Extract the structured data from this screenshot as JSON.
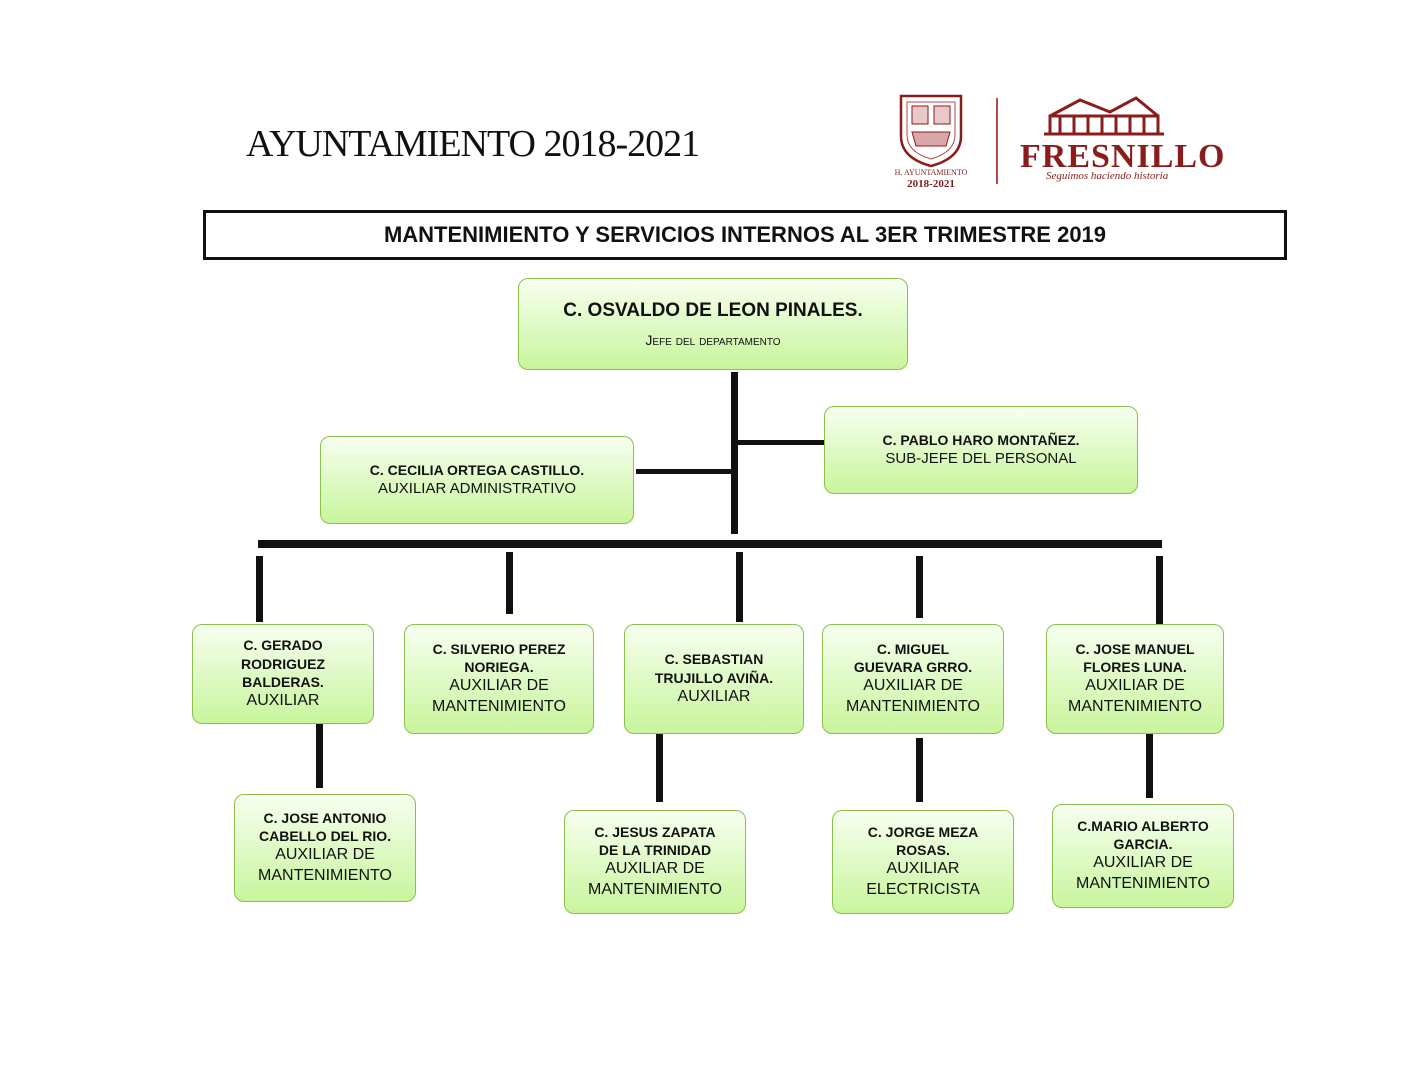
{
  "header": {
    "title": "AYUNTAMIENTO 2018-2021",
    "banner": "MANTENIMIENTO Y SERVICIOS INTERNOS AL 3ER TRIMESTRE 2019"
  },
  "logo": {
    "seal_line1": "H. AYUNTAMIENTO",
    "seal_line2": "2018-2021",
    "brand": "FRESNILLO",
    "tagline": "Seguimos haciendo historia",
    "brand_color": "#8b1c1c"
  },
  "colors": {
    "node_border": "#8cc04d",
    "node_fill_top": "#f7fff0",
    "node_fill_bottom": "#c8f59c",
    "connector": "#111111"
  },
  "org": {
    "head": {
      "name": "C. OSVALDO DE LEON PINALES.",
      "role": "Jefe del departamento"
    },
    "assistant_left": {
      "name": "C. CECILIA ORTEGA CASTILLO.",
      "role": "AUXILIAR ADMINISTRATIVO"
    },
    "assistant_right": {
      "name": "C. PABLO HARO MONTAÑEZ.",
      "role": "SUB-JEFE DEL PERSONAL"
    },
    "staff": [
      {
        "name": "C. GERADO RODRIGUEZ BALDERAS.",
        "role": "AUXILIAR"
      },
      {
        "name": "C. SILVERIO PEREZ NORIEGA.",
        "role": "AUXILIAR DE MANTENIMIENTO"
      },
      {
        "name": "C. SEBASTIAN TRUJILLO AVIÑA.",
        "role": "AUXILIAR"
      },
      {
        "name": "C. MIGUEL GUEVARA GRRO.",
        "role": "AUXILIAR DE MANTENIMIENTO"
      },
      {
        "name": "C. JOSE MANUEL FLORES LUNA.",
        "role": "AUXILIAR DE MANTENIMIENTO"
      }
    ],
    "sub_staff": [
      {
        "name": "C. JOSE ANTONIO CABELLO DEL RIO.",
        "role": "AUXILIAR DE MANTENIMIENTO"
      },
      {
        "name": "C. JESUS ZAPATA DE LA TRINIDAD",
        "role": "AUXILIAR DE MANTENIMIENTO"
      },
      {
        "name": "C. JORGE MEZA ROSAS.",
        "role": "AUXILIAR ELECTRICISTA"
      },
      {
        "name": "C.MARIO ALBERTO GARCIA.",
        "role": "AUXILIAR DE MANTENIMIENTO"
      }
    ]
  }
}
